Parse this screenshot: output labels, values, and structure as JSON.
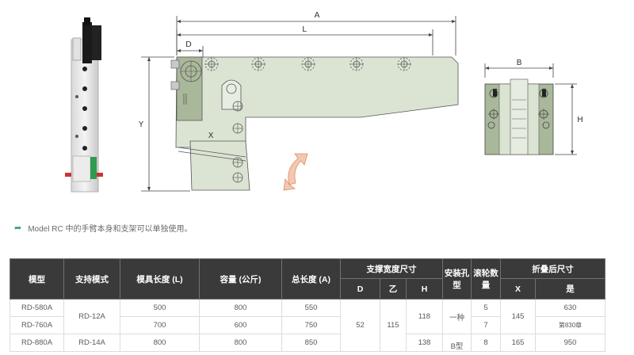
{
  "diagram": {
    "dim_a": "A",
    "dim_l": "L",
    "dim_d": "D",
    "dim_x": "X",
    "dim_y": "Y",
    "dim_b": "B",
    "dim_h": "H"
  },
  "note_text": "Model RC 中的手臂本身和支架可以单独使用。",
  "table": {
    "headers": {
      "model": "模型",
      "support": "支持模式",
      "die_length": "模具长度 (L)",
      "capacity": "容量 (公斤)",
      "total_length": "总长度 (A)",
      "support_width": "支撑宽度尺寸",
      "sub_d": "D",
      "sub_b": "乙",
      "sub_h": "H",
      "mount_hole": "安装孔型",
      "rollers": "滚轮数量",
      "folded_size": "折叠后尺寸",
      "sub_x": "X",
      "sub_y": "是"
    },
    "rows": [
      {
        "model": "RD-580A",
        "length": "500",
        "capacity": "800",
        "total": "550",
        "rollers": "5",
        "y": "630"
      },
      {
        "model": "RD-760A",
        "length": "700",
        "capacity": "600",
        "total": "750",
        "rollers": "7",
        "y": "第830章"
      },
      {
        "model": "RD-880A",
        "length": "800",
        "capacity": "800",
        "total": "850",
        "rollers": "8",
        "y": "950"
      }
    ],
    "support_12": "RD-12A",
    "support_14": "RD-14A",
    "d_value": "52",
    "b_value": "115",
    "h_118": "118",
    "h_138": "138",
    "mount_type1": "一种",
    "mount_type2": "B型",
    "x_145": "145",
    "x_165": "165"
  }
}
